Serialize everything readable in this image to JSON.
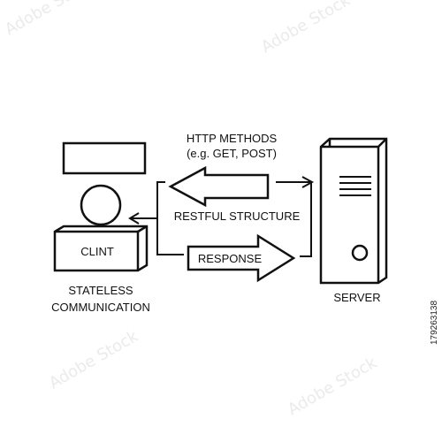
{
  "diagram": {
    "labels": {
      "http_methods_line1": "HTTP METHODS",
      "http_methods_line2": "(e.g. GET, POST)",
      "restful_structure": "RESTFUL STRUCTURE",
      "response": "RESPONSE",
      "client": "CLINT",
      "stateless_line1": "STATELESS",
      "stateless_line2": "COMMUNICATION",
      "server": "SERVER"
    },
    "stock_id": "179263138",
    "watermark": "Adobe Stock"
  }
}
